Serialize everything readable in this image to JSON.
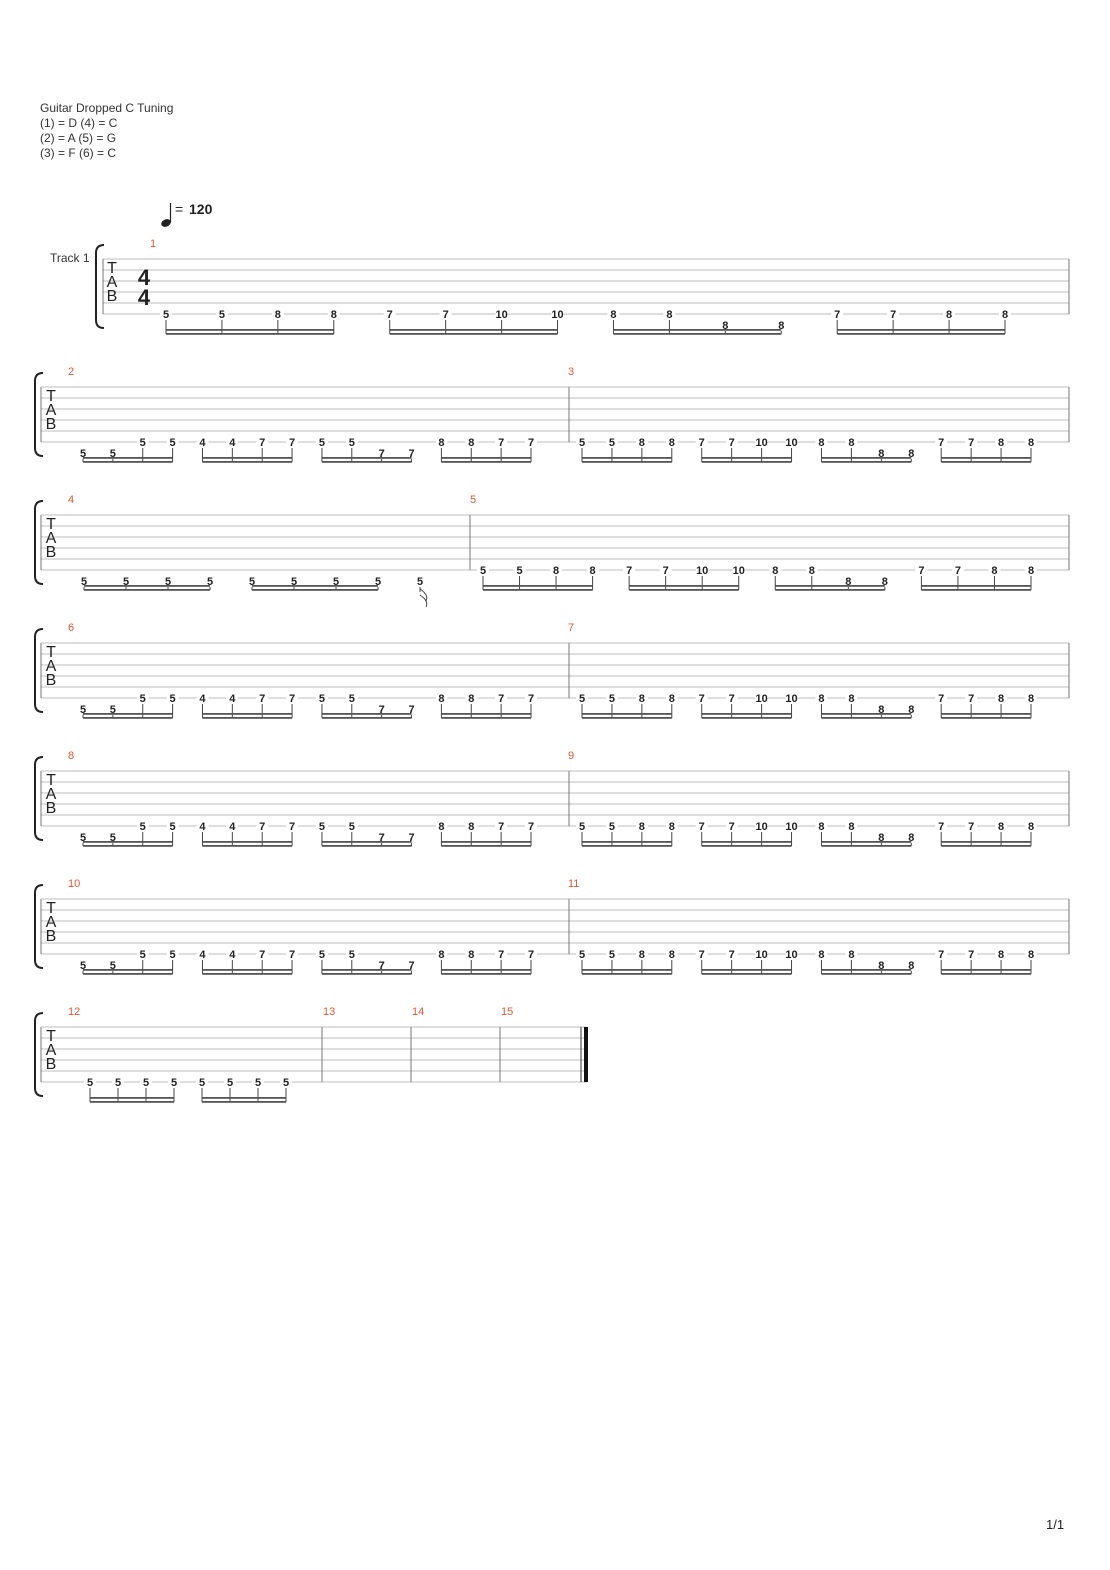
{
  "tuning": {
    "title": "Guitar Dropped C Tuning",
    "lines": [
      "(1) = D (4) = C",
      "(2) = A (5) = G",
      "(3) = F (6) = C"
    ]
  },
  "tempo": {
    "prefix": "= ",
    "bpm": "120"
  },
  "track_label": "Track 1",
  "tab_letters": [
    "T",
    "A",
    "B"
  ],
  "time_signature": {
    "top": "4",
    "bottom": "4"
  },
  "colors": {
    "measure_number": "#e8552e",
    "notes": "#222222",
    "staff_line": "#bdbdbd",
    "barline": "#777777"
  },
  "systems": [
    {
      "measures": [
        {
          "number": "1",
          "groups": [
            [
              {
                "f": "5",
                "s": 6
              },
              {
                "f": "5",
                "s": 6
              },
              {
                "f": "8",
                "s": 6
              },
              {
                "f": "8",
                "s": 6
              }
            ],
            [
              {
                "f": "7",
                "s": 6
              },
              {
                "f": "7",
                "s": 6
              },
              {
                "f": "10",
                "s": 6
              },
              {
                "f": "10",
                "s": 6
              }
            ],
            [
              {
                "f": "8",
                "s": 6
              },
              {
                "f": "8",
                "s": 6
              },
              {
                "f": "8",
                "s": 7
              },
              {
                "f": "8",
                "s": 7
              }
            ],
            [
              {
                "f": "7",
                "s": 6
              },
              {
                "f": "7",
                "s": 6
              },
              {
                "f": "8",
                "s": 6
              },
              {
                "f": "8",
                "s": 6
              }
            ]
          ]
        }
      ]
    },
    {
      "measures": [
        {
          "number": "2",
          "groups": [
            [
              {
                "f": "5",
                "s": 7
              },
              {
                "f": "5",
                "s": 7
              },
              {
                "f": "5",
                "s": 6
              },
              {
                "f": "5",
                "s": 6
              }
            ],
            [
              {
                "f": "4",
                "s": 6
              },
              {
                "f": "4",
                "s": 6
              },
              {
                "f": "7",
                "s": 6
              },
              {
                "f": "7",
                "s": 6
              }
            ],
            [
              {
                "f": "5",
                "s": 6
              },
              {
                "f": "5",
                "s": 6
              },
              {
                "f": "7",
                "s": 7
              },
              {
                "f": "7",
                "s": 7
              }
            ],
            [
              {
                "f": "8",
                "s": 6
              },
              {
                "f": "8",
                "s": 6
              },
              {
                "f": "7",
                "s": 6
              },
              {
                "f": "7",
                "s": 6
              }
            ]
          ]
        },
        {
          "number": "3",
          "groups": [
            [
              {
                "f": "5",
                "s": 6
              },
              {
                "f": "5",
                "s": 6
              },
              {
                "f": "8",
                "s": 6
              },
              {
                "f": "8",
                "s": 6
              }
            ],
            [
              {
                "f": "7",
                "s": 6
              },
              {
                "f": "7",
                "s": 6
              },
              {
                "f": "10",
                "s": 6
              },
              {
                "f": "10",
                "s": 6
              }
            ],
            [
              {
                "f": "8",
                "s": 6
              },
              {
                "f": "8",
                "s": 6
              },
              {
                "f": "8",
                "s": 7
              },
              {
                "f": "8",
                "s": 7
              }
            ],
            [
              {
                "f": "7",
                "s": 6
              },
              {
                "f": "7",
                "s": 6
              },
              {
                "f": "8",
                "s": 6
              },
              {
                "f": "8",
                "s": 6
              }
            ]
          ]
        }
      ]
    },
    {
      "measures": [
        {
          "number": "4",
          "groups": [
            [
              {
                "f": "5",
                "s": 7
              },
              {
                "f": "5",
                "s": 7
              },
              {
                "f": "5",
                "s": 7
              },
              {
                "f": "5",
                "s": 7
              }
            ],
            [
              {
                "f": "5",
                "s": 7
              },
              {
                "f": "5",
                "s": 7
              },
              {
                "f": "5",
                "s": 7
              },
              {
                "f": "5",
                "s": 7
              }
            ]
          ],
          "extra_note": {
            "f": "5",
            "s": 7
          }
        },
        {
          "number": "5",
          "groups": [
            [
              {
                "f": "5",
                "s": 6
              },
              {
                "f": "5",
                "s": 6
              },
              {
                "f": "8",
                "s": 6
              },
              {
                "f": "8",
                "s": 6
              }
            ],
            [
              {
                "f": "7",
                "s": 6
              },
              {
                "f": "7",
                "s": 6
              },
              {
                "f": "10",
                "s": 6
              },
              {
                "f": "10",
                "s": 6
              }
            ],
            [
              {
                "f": "8",
                "s": 6
              },
              {
                "f": "8",
                "s": 6
              },
              {
                "f": "8",
                "s": 7
              },
              {
                "f": "8",
                "s": 7
              }
            ],
            [
              {
                "f": "7",
                "s": 6
              },
              {
                "f": "7",
                "s": 6
              },
              {
                "f": "8",
                "s": 6
              },
              {
                "f": "8",
                "s": 6
              }
            ]
          ]
        }
      ]
    },
    {
      "measures": [
        {
          "number": "6",
          "groups": [
            [
              {
                "f": "5",
                "s": 7
              },
              {
                "f": "5",
                "s": 7
              },
              {
                "f": "5",
                "s": 6
              },
              {
                "f": "5",
                "s": 6
              }
            ],
            [
              {
                "f": "4",
                "s": 6
              },
              {
                "f": "4",
                "s": 6
              },
              {
                "f": "7",
                "s": 6
              },
              {
                "f": "7",
                "s": 6
              }
            ],
            [
              {
                "f": "5",
                "s": 6
              },
              {
                "f": "5",
                "s": 6
              },
              {
                "f": "7",
                "s": 7
              },
              {
                "f": "7",
                "s": 7
              }
            ],
            [
              {
                "f": "8",
                "s": 6
              },
              {
                "f": "8",
                "s": 6
              },
              {
                "f": "7",
                "s": 6
              },
              {
                "f": "7",
                "s": 6
              }
            ]
          ]
        },
        {
          "number": "7",
          "groups": [
            [
              {
                "f": "5",
                "s": 6
              },
              {
                "f": "5",
                "s": 6
              },
              {
                "f": "8",
                "s": 6
              },
              {
                "f": "8",
                "s": 6
              }
            ],
            [
              {
                "f": "7",
                "s": 6
              },
              {
                "f": "7",
                "s": 6
              },
              {
                "f": "10",
                "s": 6
              },
              {
                "f": "10",
                "s": 6
              }
            ],
            [
              {
                "f": "8",
                "s": 6
              },
              {
                "f": "8",
                "s": 6
              },
              {
                "f": "8",
                "s": 7
              },
              {
                "f": "8",
                "s": 7
              }
            ],
            [
              {
                "f": "7",
                "s": 6
              },
              {
                "f": "7",
                "s": 6
              },
              {
                "f": "8",
                "s": 6
              },
              {
                "f": "8",
                "s": 6
              }
            ]
          ]
        }
      ]
    },
    {
      "measures": [
        {
          "number": "8",
          "groups": [
            [
              {
                "f": "5",
                "s": 7
              },
              {
                "f": "5",
                "s": 7
              },
              {
                "f": "5",
                "s": 6
              },
              {
                "f": "5",
                "s": 6
              }
            ],
            [
              {
                "f": "4",
                "s": 6
              },
              {
                "f": "4",
                "s": 6
              },
              {
                "f": "7",
                "s": 6
              },
              {
                "f": "7",
                "s": 6
              }
            ],
            [
              {
                "f": "5",
                "s": 6
              },
              {
                "f": "5",
                "s": 6
              },
              {
                "f": "7",
                "s": 7
              },
              {
                "f": "7",
                "s": 7
              }
            ],
            [
              {
                "f": "8",
                "s": 6
              },
              {
                "f": "8",
                "s": 6
              },
              {
                "f": "7",
                "s": 6
              },
              {
                "f": "7",
                "s": 6
              }
            ]
          ]
        },
        {
          "number": "9",
          "groups": [
            [
              {
                "f": "5",
                "s": 6
              },
              {
                "f": "5",
                "s": 6
              },
              {
                "f": "8",
                "s": 6
              },
              {
                "f": "8",
                "s": 6
              }
            ],
            [
              {
                "f": "7",
                "s": 6
              },
              {
                "f": "7",
                "s": 6
              },
              {
                "f": "10",
                "s": 6
              },
              {
                "f": "10",
                "s": 6
              }
            ],
            [
              {
                "f": "8",
                "s": 6
              },
              {
                "f": "8",
                "s": 6
              },
              {
                "f": "8",
                "s": 7
              },
              {
                "f": "8",
                "s": 7
              }
            ],
            [
              {
                "f": "7",
                "s": 6
              },
              {
                "f": "7",
                "s": 6
              },
              {
                "f": "8",
                "s": 6
              },
              {
                "f": "8",
                "s": 6
              }
            ]
          ]
        }
      ]
    },
    {
      "measures": [
        {
          "number": "10",
          "groups": [
            [
              {
                "f": "5",
                "s": 7
              },
              {
                "f": "5",
                "s": 7
              },
              {
                "f": "5",
                "s": 6
              },
              {
                "f": "5",
                "s": 6
              }
            ],
            [
              {
                "f": "4",
                "s": 6
              },
              {
                "f": "4",
                "s": 6
              },
              {
                "f": "7",
                "s": 6
              },
              {
                "f": "7",
                "s": 6
              }
            ],
            [
              {
                "f": "5",
                "s": 6
              },
              {
                "f": "5",
                "s": 6
              },
              {
                "f": "7",
                "s": 7
              },
              {
                "f": "7",
                "s": 7
              }
            ],
            [
              {
                "f": "8",
                "s": 6
              },
              {
                "f": "8",
                "s": 6
              },
              {
                "f": "7",
                "s": 6
              },
              {
                "f": "7",
                "s": 6
              }
            ]
          ]
        },
        {
          "number": "11",
          "groups": [
            [
              {
                "f": "5",
                "s": 6
              },
              {
                "f": "5",
                "s": 6
              },
              {
                "f": "8",
                "s": 6
              },
              {
                "f": "8",
                "s": 6
              }
            ],
            [
              {
                "f": "7",
                "s": 6
              },
              {
                "f": "7",
                "s": 6
              },
              {
                "f": "10",
                "s": 6
              },
              {
                "f": "10",
                "s": 6
              }
            ],
            [
              {
                "f": "8",
                "s": 6
              },
              {
                "f": "8",
                "s": 6
              },
              {
                "f": "8",
                "s": 7
              },
              {
                "f": "8",
                "s": 7
              }
            ],
            [
              {
                "f": "7",
                "s": 6
              },
              {
                "f": "7",
                "s": 6
              },
              {
                "f": "8",
                "s": 6
              },
              {
                "f": "8",
                "s": 6
              }
            ]
          ]
        }
      ]
    },
    {
      "measures": [
        {
          "number": "12",
          "groups": [
            [
              {
                "f": "5",
                "s": 6
              },
              {
                "f": "5",
                "s": 6
              },
              {
                "f": "5",
                "s": 6
              },
              {
                "f": "5",
                "s": 6
              }
            ],
            [
              {
                "f": "5",
                "s": 6
              },
              {
                "f": "5",
                "s": 6
              },
              {
                "f": "5",
                "s": 6
              },
              {
                "f": "5",
                "s": 6
              }
            ]
          ]
        },
        {
          "number": "13",
          "groups": []
        },
        {
          "number": "14",
          "groups": []
        },
        {
          "number": "15",
          "groups": []
        }
      ]
    }
  ],
  "page_number": "1/1"
}
